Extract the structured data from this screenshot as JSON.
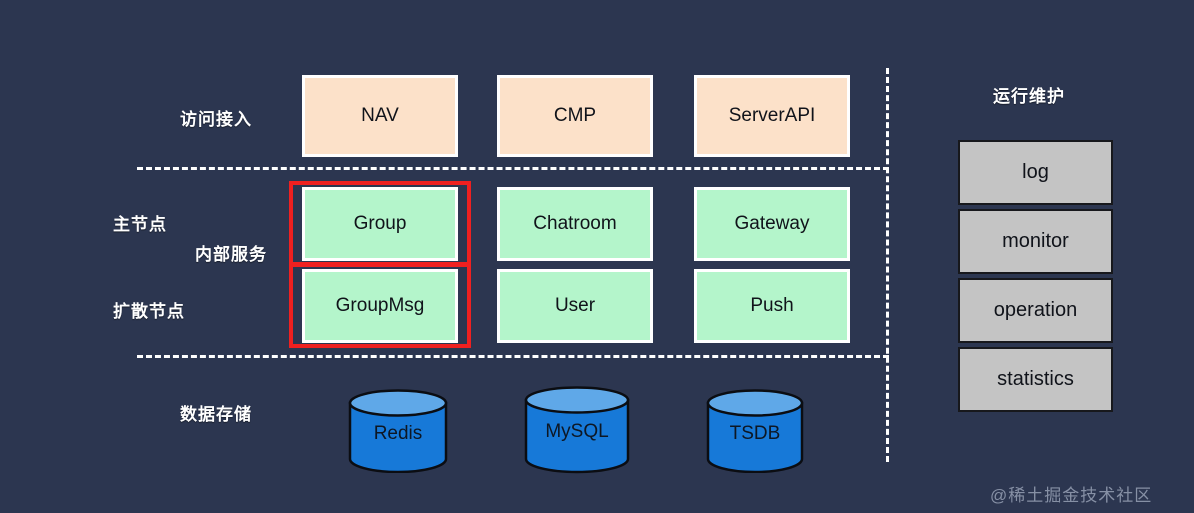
{
  "diagram": {
    "background_color": "#2c3650",
    "row_labels": [
      {
        "text": "访问接入",
        "name": "row-label-access"
      },
      {
        "text": "主节点",
        "name": "row-label-master-node"
      },
      {
        "text": "内部服务",
        "name": "row-label-internal-service"
      },
      {
        "text": "扩散节点",
        "name": "row-label-diffusion-node"
      },
      {
        "text": "数据存储",
        "name": "row-label-data-storage"
      }
    ],
    "access_layer": {
      "color": "#fce1c9",
      "boxes": [
        {
          "label": "NAV"
        },
        {
          "label": "CMP"
        },
        {
          "label": "ServerAPI"
        }
      ]
    },
    "service_layer": {
      "color": "#b4f5cb",
      "highlight_color": "#ef2020",
      "master_row": [
        {
          "label": "Group",
          "highlighted": true
        },
        {
          "label": "Chatroom",
          "highlighted": false
        },
        {
          "label": "Gateway",
          "highlighted": false
        }
      ],
      "diffusion_row": [
        {
          "label": "GroupMsg",
          "highlighted": true
        },
        {
          "label": "User",
          "highlighted": false
        },
        {
          "label": "Push",
          "highlighted": false
        }
      ]
    },
    "storage_layer": {
      "body_color": "#1779d8",
      "top_color": "#5fa8e8",
      "databases": [
        {
          "label": "Redis"
        },
        {
          "label": "MySQL"
        },
        {
          "label": "TSDB"
        }
      ]
    },
    "ops_panel": {
      "title": "运行维护",
      "color": "#c4c4c4",
      "boxes": [
        {
          "label": "log"
        },
        {
          "label": "monitor"
        },
        {
          "label": "operation"
        },
        {
          "label": "statistics"
        }
      ]
    },
    "watermark": "@稀土掘金技术社区"
  }
}
